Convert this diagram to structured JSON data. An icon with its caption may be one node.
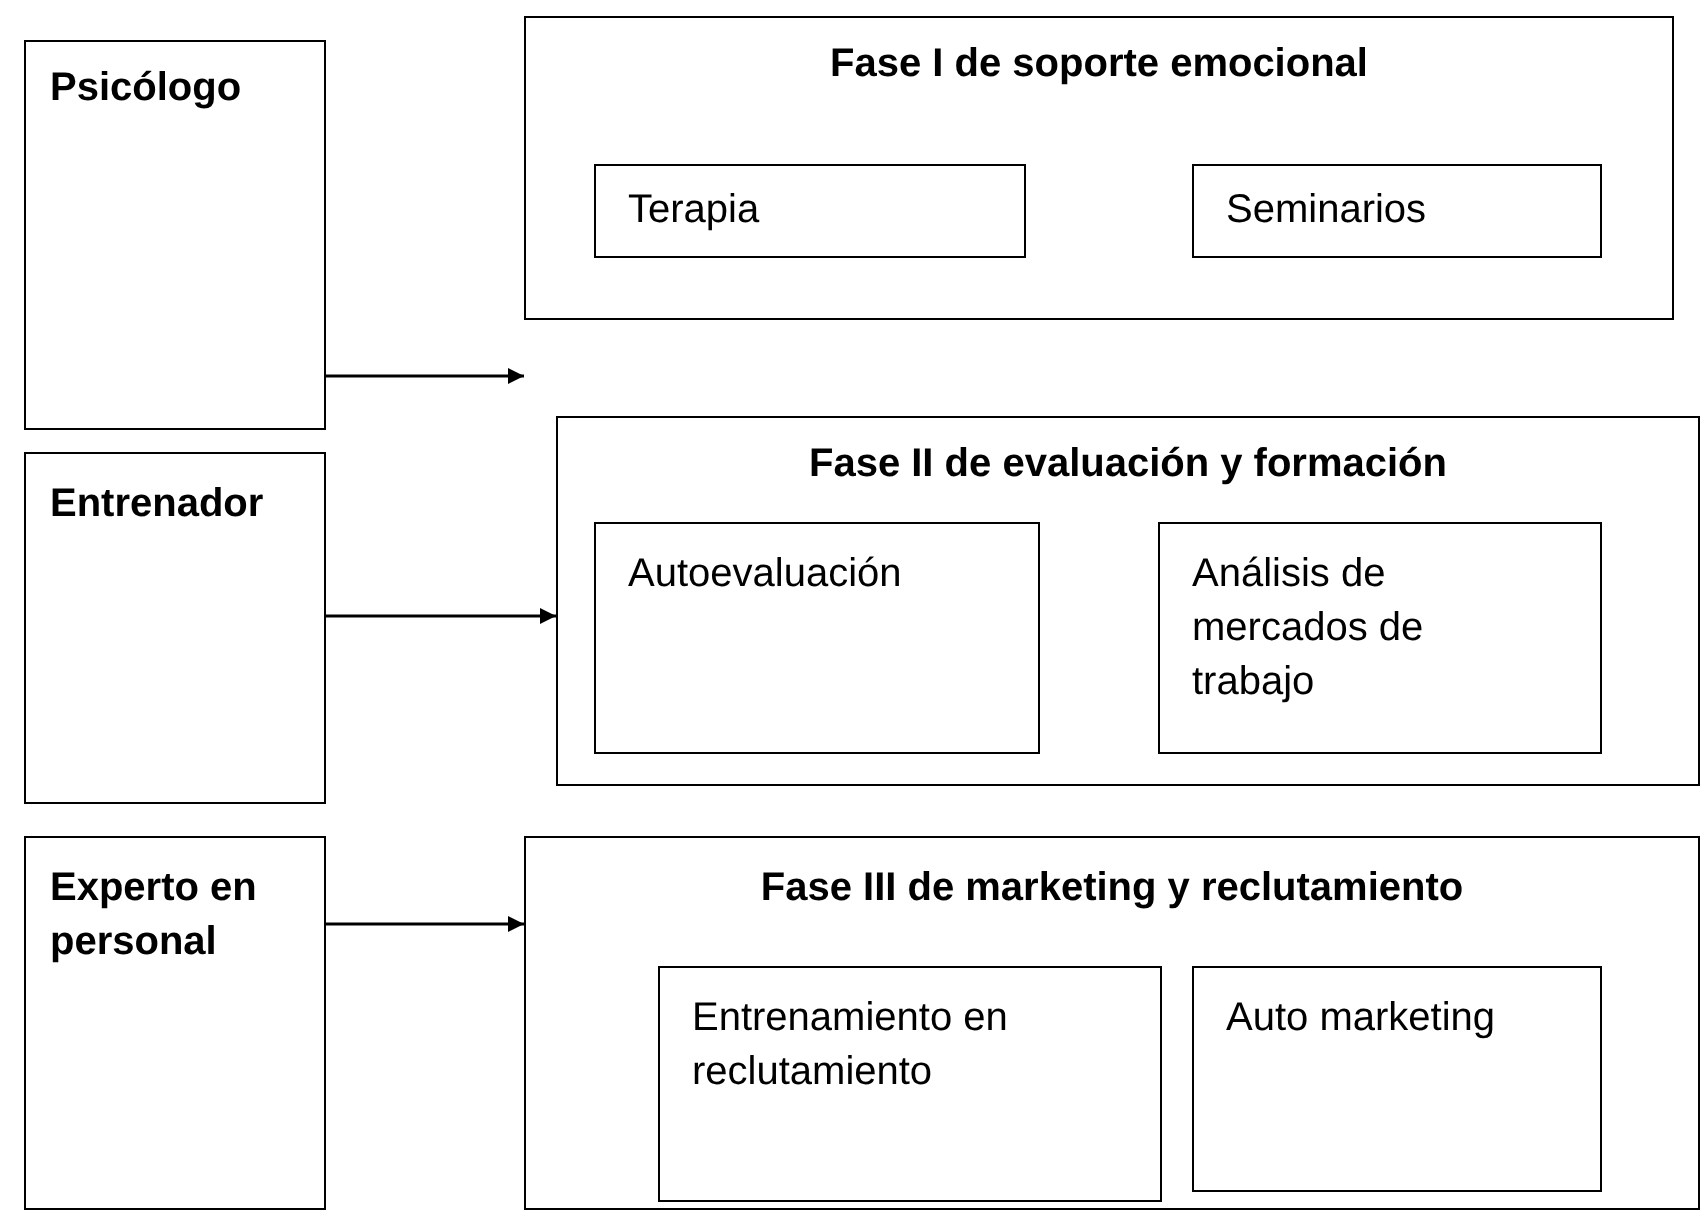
{
  "diagram": {
    "nodes": [
      {
        "text": [
          "Psicólogo"
        ]
      },
      {
        "text": [
          "Fase I  de soporte emocional"
        ]
      },
      {
        "text": [
          "Terapia"
        ],
        "in": 1
      },
      {
        "text": [
          "Seminarios"
        ],
        "in": 1
      },
      {
        "text": [
          "Entrenador"
        ]
      },
      {
        "text": [
          "Fase II de evaluación y formación"
        ]
      },
      {
        "text": [
          "Autoevaluación"
        ],
        "in": 5
      },
      {
        "text": [
          "Análisis de mercados de trabajo"
        ],
        "in": 5
      },
      {
        "text": [
          "Experto en personal"
        ]
      },
      {
        "text": [
          "Fase III de marketing y reclutamiento"
        ]
      },
      {
        "text": [
          "Entrenamiento en reclutamiento"
        ],
        "in": 9
      },
      {
        "text": [
          "Auto marketing"
        ],
        "in": 9
      }
    ],
    "edges": [
      {
        "from": 0,
        "to": 1,
        "arrow": "to"
      },
      {
        "from": 4,
        "to": 5,
        "arrow": "to"
      },
      {
        "from": 8,
        "to": 9,
        "arrow": "to"
      }
    ]
  }
}
